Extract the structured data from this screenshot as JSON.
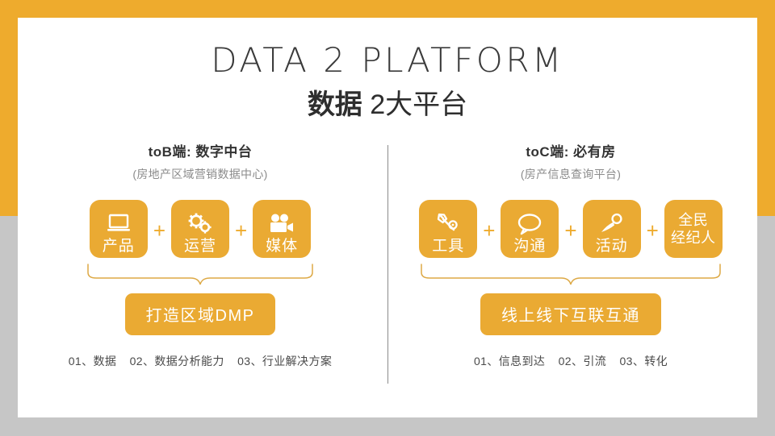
{
  "slide": {
    "title_en": "DATA 2 PLATFORM",
    "title_cn_bold": "数据",
    "title_cn_light": " 2大平台",
    "accent_color": "#eaaa33",
    "frame_color": "#eeab2d",
    "frame_gray": "#c6c6c6"
  },
  "columns": {
    "left": {
      "heading": "toB端: 数字中台",
      "subtitle": "(房地产区域营销数据中心)",
      "boxes": [
        {
          "label": "产品",
          "icon": "laptop-icon"
        },
        {
          "label": "运营",
          "icon": "gears-icon"
        },
        {
          "label": "媒体",
          "icon": "video-camera-icon"
        }
      ],
      "separator": "+",
      "pill": "打造区域DMP",
      "footer": [
        "01、数据",
        "02、数据分析能力",
        "03、行业解决方案"
      ]
    },
    "right": {
      "heading": "toC端: 必有房",
      "subtitle": "(房产信息查询平台)",
      "boxes": [
        {
          "label": "工具",
          "icon": "wrench-icon"
        },
        {
          "label": "沟通",
          "icon": "speech-bubble-icon"
        },
        {
          "label": "活动",
          "icon": "microphone-icon"
        },
        {
          "label_line1": "全民",
          "label_line2": "经纪人",
          "icon": "none"
        }
      ],
      "separator": "+",
      "pill": "线上线下互联互通",
      "footer": [
        "01、信息到达",
        "02、引流",
        "03、转化"
      ]
    }
  }
}
